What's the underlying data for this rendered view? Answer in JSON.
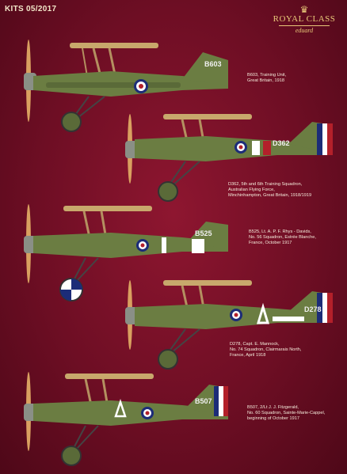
{
  "header": {
    "code": "KITS 05/2017"
  },
  "brand": {
    "line1": "ROYAL CLASS",
    "line2": "eduard"
  },
  "colors": {
    "background": "#6e0e24",
    "aircraft_green": "#6b7d42",
    "roundel_blue": "#1c2c78",
    "roundel_red": "#b3202a"
  },
  "aircraft": [
    {
      "serial": "B603",
      "caption": [
        "B603, Training Unit,",
        "Great Britain, 1918"
      ]
    },
    {
      "serial": "D362",
      "caption": [
        "D362, 5th and 6th Training Squadron,",
        "Australian Flying Force,",
        "Minchinhampton, Great Britain, 1918/1919"
      ]
    },
    {
      "serial": "B525",
      "caption": [
        "B525, Lt. A. P. F. Rhys - Davids,",
        "No. 56 Squadron, Estrée Blanche,",
        "France, October 1917"
      ]
    },
    {
      "serial": "D278",
      "caption": [
        "D278, Capt. E. Mannock,",
        "No. 74 Squadron, Clairmarais North,",
        "France, April 1918"
      ]
    },
    {
      "serial": "B507",
      "caption": [
        "B507, 2/Lt J. J. Fitzgerald,",
        "No. 60 Squadron, Sainte-Marie-Cappel,",
        "beginning of October 1917"
      ]
    }
  ]
}
